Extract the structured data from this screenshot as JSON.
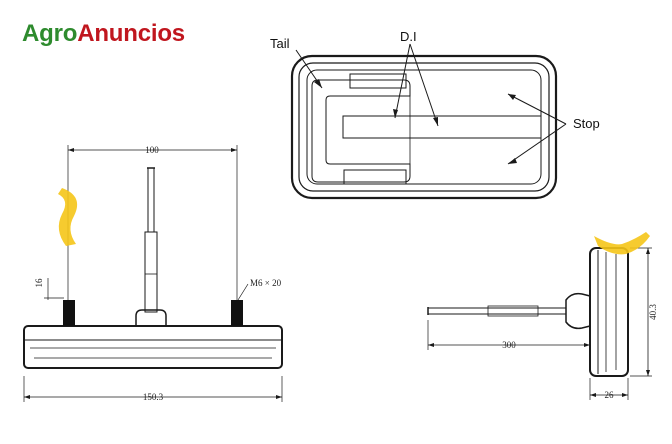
{
  "brand": {
    "part1": "Agro",
    "part2": "Anuncios",
    "color1": "#2e8b2e",
    "color2": "#c0161e"
  },
  "labels": {
    "tail": "Tail",
    "di": "D.I",
    "stop": "Stop"
  },
  "dimensions": {
    "width_top": "100",
    "width_bottom": "150.3",
    "bolt": "M6 × 20",
    "bolt_height": "16",
    "cable_length": "300",
    "height": "40.3",
    "depth": "26"
  },
  "colors": {
    "line": "#1a1a1a",
    "highlight": "#f5c518"
  }
}
